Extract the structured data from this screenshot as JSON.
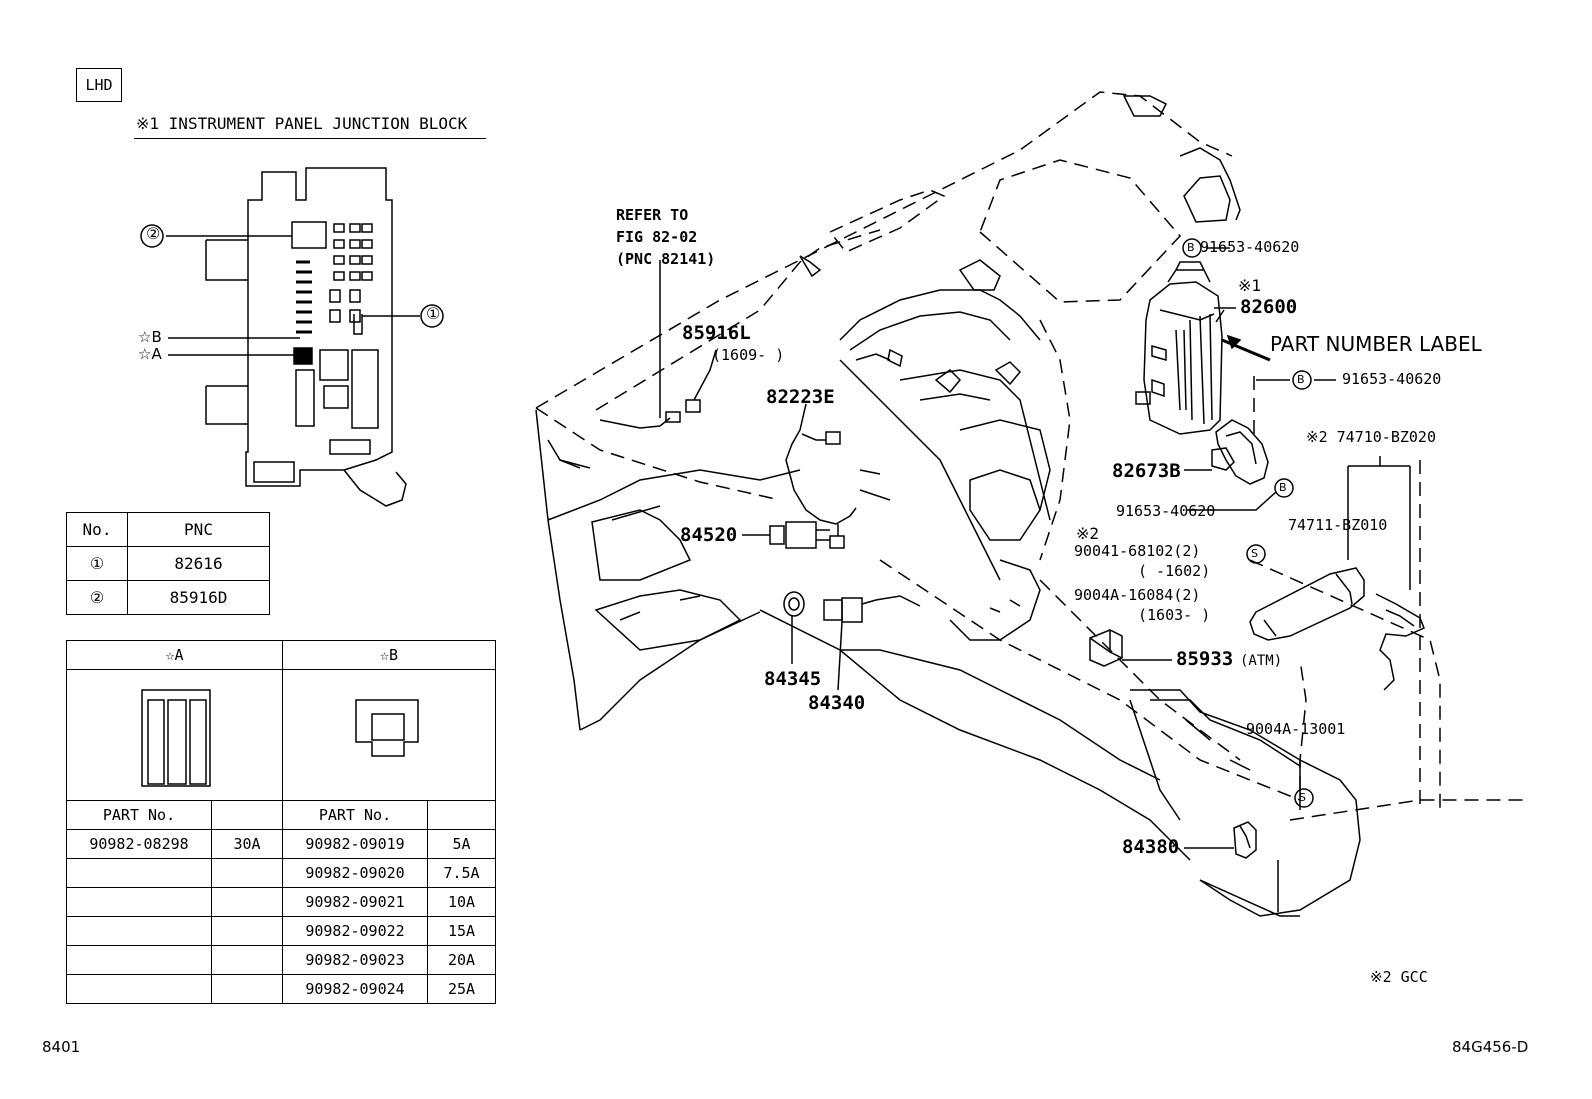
{
  "lhd_box": "LHD",
  "junction_block": {
    "title": "※1 INSTRUMENT PANEL JUNCTION BLOCK",
    "marker_1": "①",
    "marker_2": "②",
    "star_b": "☆B",
    "star_a": "☆A"
  },
  "pnc_table": {
    "headers": [
      "No.",
      "PNC"
    ],
    "rows": [
      {
        "no": "①",
        "pnc": "82616"
      },
      {
        "no": "②",
        "pnc": "85916D"
      }
    ]
  },
  "fuse_table": {
    "group_a": "☆A",
    "group_b": "☆B",
    "col_part": "PART No.",
    "rows": [
      {
        "a_part": "90982-08298",
        "a_amp": "30A",
        "b_part": "90982-09019",
        "b_amp": "5A"
      },
      {
        "a_part": "",
        "a_amp": "",
        "b_part": "90982-09020",
        "b_amp": "7.5A"
      },
      {
        "a_part": "",
        "a_amp": "",
        "b_part": "90982-09021",
        "b_amp": "10A"
      },
      {
        "a_part": "",
        "a_amp": "",
        "b_part": "90982-09022",
        "b_amp": "15A"
      },
      {
        "a_part": "",
        "a_amp": "",
        "b_part": "90982-09023",
        "b_amp": "20A"
      },
      {
        "a_part": "",
        "a_amp": "",
        "b_part": "90982-09024",
        "b_amp": "25A"
      }
    ]
  },
  "callouts": {
    "refer_1": "REFER TO",
    "refer_2": "FIG 82-02",
    "refer_3": "(PNC 82141)",
    "p85916L": "85916L",
    "p85916L_range": "(1609-     )",
    "p82223E": "82223E",
    "p84520": "84520",
    "p84345": "84345",
    "p84340": "84340",
    "p84380": "84380",
    "p85933": "85933",
    "p85933_note": "(ATM)",
    "p82600_mark": "※1",
    "p82600": "82600",
    "part_number_label": "PART NUMBER LABEL",
    "p82673B": "82673B",
    "bolt_b_1": "91653-40620",
    "bolt_b_2": "91653-40620",
    "bolt_b_3": "91653-40620",
    "b_symbol": "B",
    "s_symbol": "S",
    "note2_mark": "※2",
    "p90041": "90041-68102(2)",
    "p90041_range": "(     -1602)",
    "p9004A_16084": "9004A-16084(2)",
    "p9004A_16084_range": "(1603-     )",
    "p74710": "※2 74710-BZ020",
    "p74711": "74711-BZ010",
    "p9004A_13001": "9004A-13001",
    "note_gcc": "※2 GCC"
  },
  "footer": {
    "left_code": "8401",
    "right_code": "84G456-D"
  }
}
